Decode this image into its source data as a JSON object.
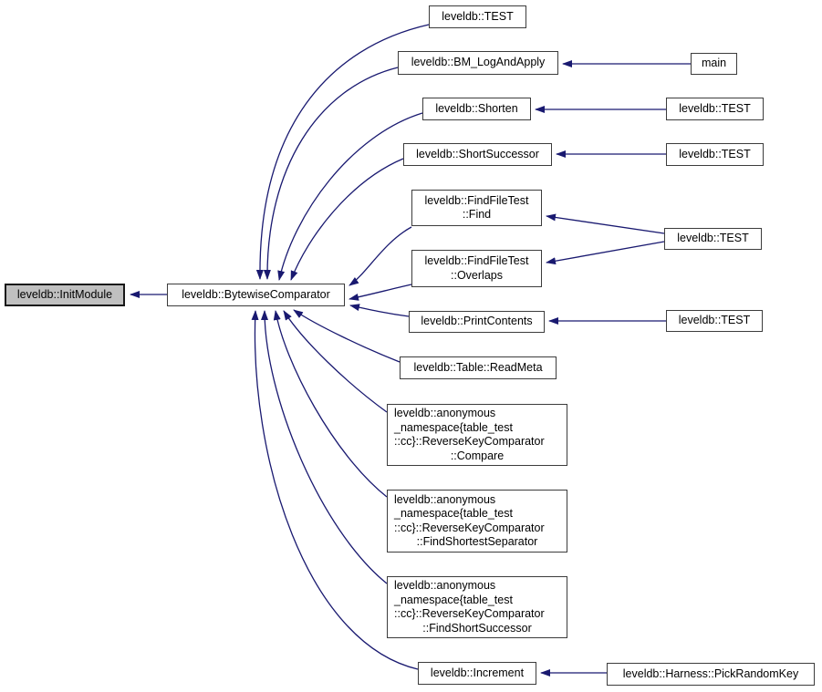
{
  "diagram": {
    "type": "caller-graph",
    "subject": "leveldb::BytewiseComparator",
    "edge_color": "#191970",
    "node_border_color": "#3c3c3c",
    "highlight_fill": "#c0c0c0",
    "nodes": {
      "init_module": {
        "lines": [
          "leveldb::InitModule"
        ],
        "highlighted": true
      },
      "bytewise_comparator": {
        "lines": [
          "leveldb::BytewiseComparator"
        ],
        "highlighted": false
      },
      "test_top": {
        "lines": [
          "leveldb::TEST"
        ],
        "highlighted": false
      },
      "bm_log_and_apply": {
        "lines": [
          "leveldb::BM_LogAndApply"
        ],
        "highlighted": false
      },
      "main": {
        "lines": [
          "main"
        ],
        "highlighted": false
      },
      "shorten": {
        "lines": [
          "leveldb::Shorten"
        ],
        "highlighted": false
      },
      "test_shorten": {
        "lines": [
          "leveldb::TEST"
        ],
        "highlighted": false
      },
      "short_successor": {
        "lines": [
          "leveldb::ShortSuccessor"
        ],
        "highlighted": false
      },
      "test_short_successor": {
        "lines": [
          "leveldb::TEST"
        ],
        "highlighted": false
      },
      "find_file_test_find": {
        "lines": [
          "leveldb::FindFileTest",
          "::Find"
        ],
        "highlighted": false
      },
      "find_file_test_overlaps": {
        "lines": [
          "leveldb::FindFileTest",
          "::Overlaps"
        ],
        "highlighted": false
      },
      "test_find_file": {
        "lines": [
          "leveldb::TEST"
        ],
        "highlighted": false
      },
      "print_contents": {
        "lines": [
          "leveldb::PrintContents"
        ],
        "highlighted": false
      },
      "test_print_contents": {
        "lines": [
          "leveldb::TEST"
        ],
        "highlighted": false
      },
      "table_read_meta": {
        "lines": [
          "leveldb::Table::ReadMeta"
        ],
        "highlighted": false
      },
      "rkc_compare": {
        "lines": [
          "leveldb::anonymous",
          "_namespace{table_test",
          "::cc}::ReverseKeyComparator",
          "::Compare"
        ],
        "highlighted": false
      },
      "rkc_find_shortest_separator": {
        "lines": [
          "leveldb::anonymous",
          "_namespace{table_test",
          "::cc}::ReverseKeyComparator",
          "::FindShortestSeparator"
        ],
        "highlighted": false
      },
      "rkc_find_short_successor": {
        "lines": [
          "leveldb::anonymous",
          "_namespace{table_test",
          "::cc}::ReverseKeyComparator",
          "::FindShortSuccessor"
        ],
        "highlighted": false
      },
      "increment": {
        "lines": [
          "leveldb::Increment"
        ],
        "highlighted": false
      },
      "harness_pick_random_key": {
        "lines": [
          "leveldb::Harness::PickRandomKey"
        ],
        "highlighted": false
      }
    },
    "edges": [
      {
        "from": "leveldb::BytewiseComparator",
        "to": "leveldb::InitModule"
      },
      {
        "from": "leveldb::TEST",
        "to": "leveldb::BytewiseComparator"
      },
      {
        "from": "leveldb::BM_LogAndApply",
        "to": "leveldb::BytewiseComparator"
      },
      {
        "from": "leveldb::Shorten",
        "to": "leveldb::BytewiseComparator"
      },
      {
        "from": "leveldb::ShortSuccessor",
        "to": "leveldb::BytewiseComparator"
      },
      {
        "from": "leveldb::FindFileTest::Find",
        "to": "leveldb::BytewiseComparator"
      },
      {
        "from": "leveldb::FindFileTest::Overlaps",
        "to": "leveldb::BytewiseComparator"
      },
      {
        "from": "leveldb::PrintContents",
        "to": "leveldb::BytewiseComparator"
      },
      {
        "from": "leveldb::Table::ReadMeta",
        "to": "leveldb::BytewiseComparator"
      },
      {
        "from": "leveldb::anonymous_namespace{table_test::cc}::ReverseKeyComparator::Compare",
        "to": "leveldb::BytewiseComparator"
      },
      {
        "from": "leveldb::anonymous_namespace{table_test::cc}::ReverseKeyComparator::FindShortestSeparator",
        "to": "leveldb::BytewiseComparator"
      },
      {
        "from": "leveldb::anonymous_namespace{table_test::cc}::ReverseKeyComparator::FindShortSuccessor",
        "to": "leveldb::BytewiseComparator"
      },
      {
        "from": "leveldb::Increment",
        "to": "leveldb::BytewiseComparator"
      },
      {
        "from": "main",
        "to": "leveldb::BM_LogAndApply"
      },
      {
        "from": "leveldb::TEST",
        "to": "leveldb::Shorten"
      },
      {
        "from": "leveldb::TEST",
        "to": "leveldb::ShortSuccessor"
      },
      {
        "from": "leveldb::TEST",
        "to": "leveldb::FindFileTest::Find"
      },
      {
        "from": "leveldb::TEST",
        "to": "leveldb::FindFileTest::Overlaps"
      },
      {
        "from": "leveldb::TEST",
        "to": "leveldb::PrintContents"
      },
      {
        "from": "leveldb::Harness::PickRandomKey",
        "to": "leveldb::Increment"
      }
    ]
  }
}
